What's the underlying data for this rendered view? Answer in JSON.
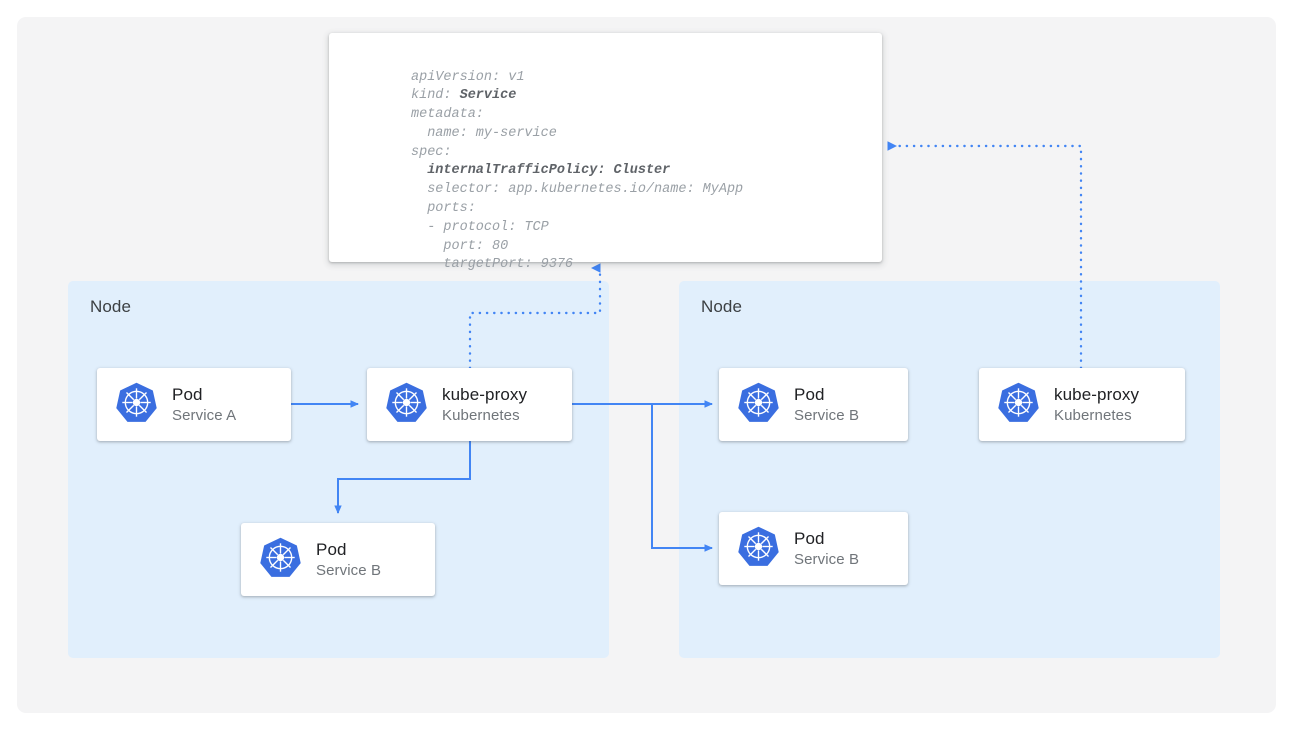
{
  "colors": {
    "canvas_bg": "#f4f4f5",
    "node_bg": "#e1effc",
    "box_bg": "#ffffff",
    "accent_blue": "#4285f4",
    "k8s_blue": "#3a6ee0",
    "title_text": "#202124",
    "sub_text": "#70757a",
    "yaml_text": "#9aa0a6",
    "node_label_text": "#3c4043"
  },
  "yaml_card": {
    "name": "service-manifest",
    "lines": [
      {
        "text": "apiVersion: v1",
        "bold": false
      },
      {
        "text": "kind: ",
        "bold_suffix": "Service"
      },
      {
        "text": "metadata:",
        "bold": false
      },
      {
        "text": "  name: my-service",
        "bold": false
      },
      {
        "text": "spec:",
        "bold": false
      },
      {
        "text": "  internalTrafficPolicy: Cluster",
        "bold": true
      },
      {
        "text": "  selector: app.kubernetes.io/name: MyApp",
        "bold": false
      },
      {
        "text": "  ports:",
        "bold": false
      },
      {
        "text": "  - protocol: TCP",
        "bold": false
      },
      {
        "text": "    port: 80",
        "bold": false
      },
      {
        "text": "    targetPort: 9376",
        "bold": false
      }
    ]
  },
  "nodes": [
    {
      "id": "node-left",
      "label": "Node",
      "boxes": [
        {
          "id": "pod-service-a",
          "title": "Pod",
          "subtitle": "Service A",
          "icon": "kubernetes-icon"
        },
        {
          "id": "kube-proxy-left",
          "title": "kube-proxy",
          "subtitle": "Kubernetes",
          "icon": "kubernetes-icon"
        },
        {
          "id": "pod-service-b-left",
          "title": "Pod",
          "subtitle": "Service B",
          "icon": "kubernetes-icon"
        }
      ]
    },
    {
      "id": "node-right",
      "label": "Node",
      "boxes": [
        {
          "id": "pod-service-b-right-top",
          "title": "Pod",
          "subtitle": "Service B",
          "icon": "kubernetes-icon"
        },
        {
          "id": "pod-service-b-right-bottom",
          "title": "Pod",
          "subtitle": "Service B",
          "icon": "kubernetes-icon"
        },
        {
          "id": "kube-proxy-right",
          "title": "kube-proxy",
          "subtitle": "Kubernetes",
          "icon": "kubernetes-icon"
        }
      ]
    }
  ],
  "connectors": [
    {
      "id": "pod-a-to-kube-proxy",
      "style": "solid",
      "arrow": true
    },
    {
      "id": "kube-proxy-to-local-pod-b",
      "style": "solid",
      "arrow": true
    },
    {
      "id": "kube-proxy-to-remote-pod-b-top",
      "style": "solid",
      "arrow": true
    },
    {
      "id": "kube-proxy-to-remote-pod-b-bottom",
      "style": "solid",
      "arrow": true
    },
    {
      "id": "kube-proxy-left-to-manifest",
      "style": "dotted",
      "arrow": true
    },
    {
      "id": "kube-proxy-right-to-manifest",
      "style": "dotted",
      "arrow": true
    }
  ]
}
